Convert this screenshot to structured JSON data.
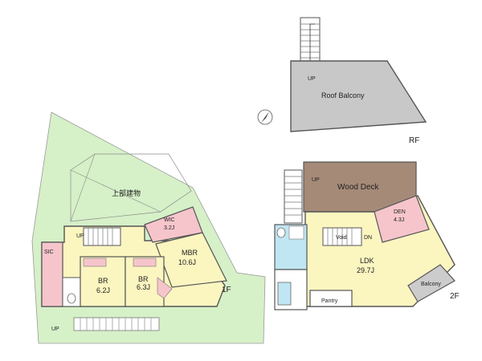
{
  "floors": {
    "roof": {
      "floor_label": "RF",
      "balcony_label": "Roof Balcony",
      "stair_up": "UP"
    },
    "first": {
      "floor_label": "1F",
      "upper_building_label": "上部建物",
      "sic": "SIC",
      "wic": {
        "name": "WIC",
        "size": "3.2J"
      },
      "mbr": {
        "name": "MBR",
        "size": "10.6J"
      },
      "br_left": {
        "name": "BR",
        "size": "6.2J"
      },
      "br_right": {
        "name": "BR",
        "size": "6.3J"
      },
      "stair_up": "UP",
      "entry_up": "UP"
    },
    "second": {
      "floor_label": "2F",
      "wood_deck": "Wood Deck",
      "den": {
        "name": "DEN",
        "size": "4.3J"
      },
      "ldk": {
        "name": "LDK",
        "size": "29.7J"
      },
      "void": "Void",
      "dn": "DN",
      "up": "UP",
      "balcony": "Balcony",
      "pantry": "Pantry"
    }
  },
  "colors": {
    "garden": "#d6f0c8",
    "hallway": "#fbf5c0",
    "closet": "#f6c5cc",
    "wet_area": "#bfe6f2",
    "deck": "#a58a78",
    "roof": "#c8c8c8",
    "balcony": "#cccccc"
  },
  "icons": [
    "north-arrow-icon"
  ]
}
